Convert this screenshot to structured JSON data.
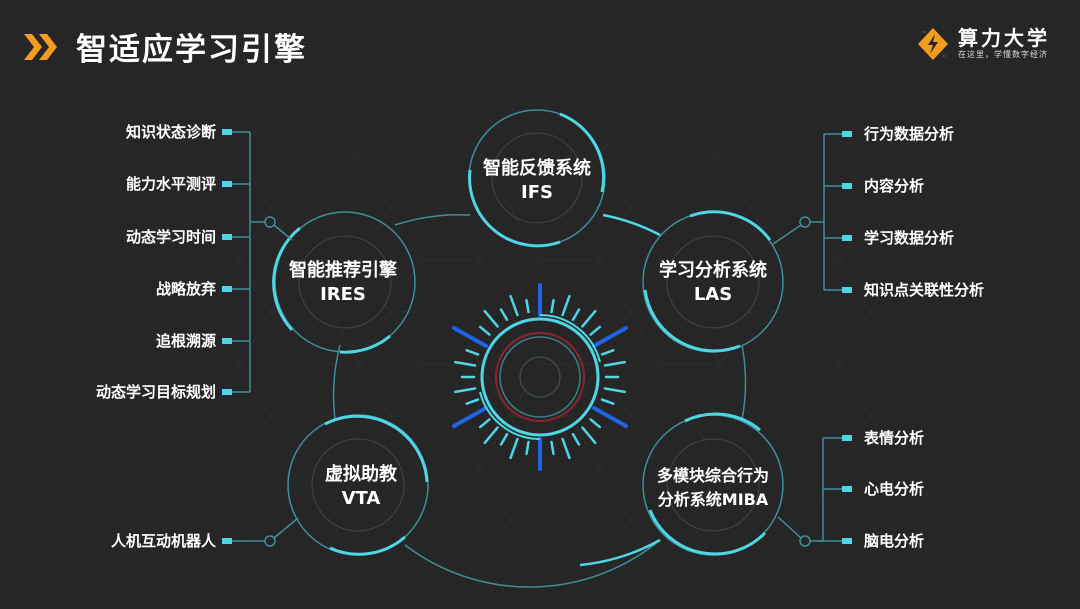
{
  "header": {
    "title": "智适应学习引擎",
    "icon": "double-chevron-right-icon",
    "accent_color": "#f39c1f"
  },
  "logo": {
    "name": "算力大学",
    "slogan": "在这里，学懂数字经济",
    "icon": "lightning-diamond-icon"
  },
  "colors": {
    "background": "#262626",
    "cyan": "#4fd6e6",
    "line": "#3f8f99",
    "blue": "#1e63e8",
    "red": "#8a2430"
  },
  "nodes": {
    "ifs": {
      "name": "智能反馈系统",
      "abbr": "IFS"
    },
    "ires": {
      "name": "智能推荐引擎",
      "abbr": "IRES"
    },
    "las": {
      "name": "学习分析系统",
      "abbr": "LAS"
    },
    "vta": {
      "name": "虚拟助教",
      "abbr": "VTA"
    },
    "miba": {
      "name_line1": "多模块综合行为",
      "name_line2": "分析系统MIBA"
    }
  },
  "ires_items": [
    "知识状态诊断",
    "能力水平测评",
    "动态学习时间",
    "战略放弃",
    "追根溯源",
    "动态学习目标规划"
  ],
  "las_items": [
    "行为数据分析",
    "内容分析",
    "学习数据分析",
    "知识点关联性分析"
  ],
  "miba_items": [
    "表情分析",
    "心电分析",
    "脑电分析"
  ],
  "vta_items": [
    "人机互动机器人"
  ]
}
